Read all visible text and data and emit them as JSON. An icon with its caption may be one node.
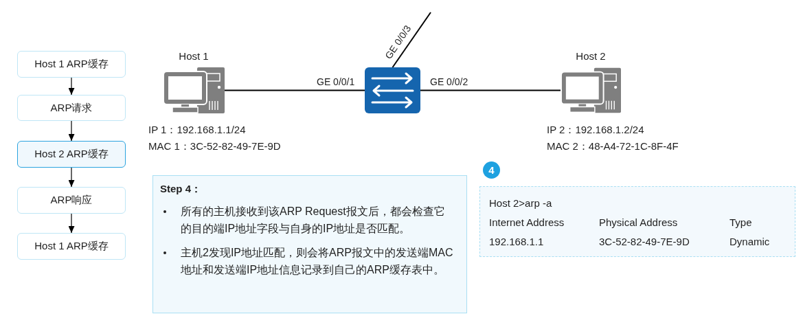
{
  "diagram": {
    "nodes": [
      {
        "text": [
          "Host 1 ARP缓存"
        ]
      },
      {
        "text": [
          "ARP请求"
        ]
      },
      {
        "text": [
          "Host 2 ARP缓存"
        ]
      },
      {
        "text": [
          "ARP响应"
        ]
      },
      {
        "text": [
          "Host 1 ARP缓存"
        ]
      },
      {
        "text": [
          "Host 1"
        ],
        "beside": [
          "IP 1：192.168.1.1/24",
          "MAC 1：3C-52-82-49-7E-9D"
        ]
      },
      {
        "text": [],
        "shape": "picture"
      },
      {
        "text": [
          "Host 2"
        ],
        "beside": [
          "IP 2：192.168.1.2/24",
          "MAC 2：48-A4-72-1C-8F-4F"
        ]
      },
      {
        "text": [
          "Step 4：",
          "所有的主机接收到该ARP Request报文后，都会检查它的目的端IP地址字段与自身的IP地址是否匹配。",
          "主机2发现IP地址匹配，则会将ARP报文中的发送端MAC地址和发送端IP地址信息记录到自己的ARP缓存表中。"
        ]
      },
      {
        "text": [
          "4"
        ]
      },
      {
        "text": [
          "Host 2>arp -a",
          "Internet Address",
          "Physical Address",
          "Type",
          "192.168.1.1",
          "3C-52-82-49-7E-9D",
          "Dynamic"
        ]
      }
    ],
    "edges": [
      {
        "from": 0,
        "to": 1,
        "arrow": "to"
      },
      {
        "from": 1,
        "to": 2,
        "arrow": "to"
      },
      {
        "from": 2,
        "to": 3,
        "arrow": "to"
      },
      {
        "from": 3,
        "to": 4,
        "arrow": "to"
      },
      {
        "from": 5,
        "to": 6,
        "arrow": "none",
        "label": "GE 0/0/1"
      },
      {
        "from": 6,
        "to": 7,
        "arrow": "none",
        "label": "GE 0/0/2"
      },
      {
        "from": 6,
        "to": null,
        "arrow": "none",
        "label": "GE 0/0/3"
      }
    ]
  }
}
